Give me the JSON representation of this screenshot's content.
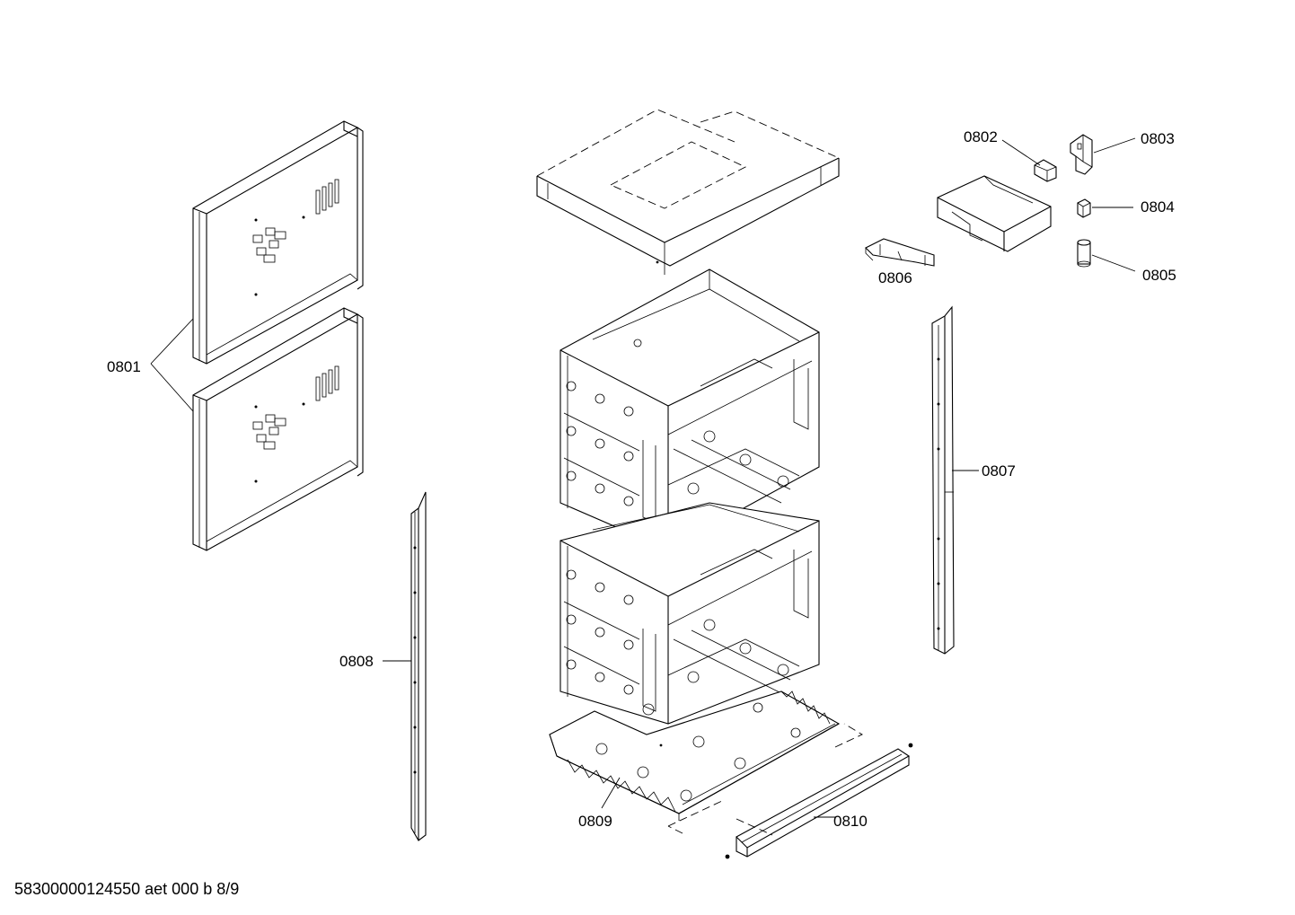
{
  "diagram": {
    "callouts": [
      {
        "id": "0801",
        "text": "0801"
      },
      {
        "id": "0802",
        "text": "0802"
      },
      {
        "id": "0803",
        "text": "0803"
      },
      {
        "id": "0804",
        "text": "0804"
      },
      {
        "id": "0805",
        "text": "0805"
      },
      {
        "id": "0806",
        "text": "0806"
      },
      {
        "id": "0807",
        "text": "0807"
      },
      {
        "id": "0808",
        "text": "0808"
      },
      {
        "id": "0809",
        "text": "0809"
      },
      {
        "id": "0810",
        "text": "0810"
      }
    ],
    "footer": "58300000124550 aet 000 b 8/9"
  }
}
